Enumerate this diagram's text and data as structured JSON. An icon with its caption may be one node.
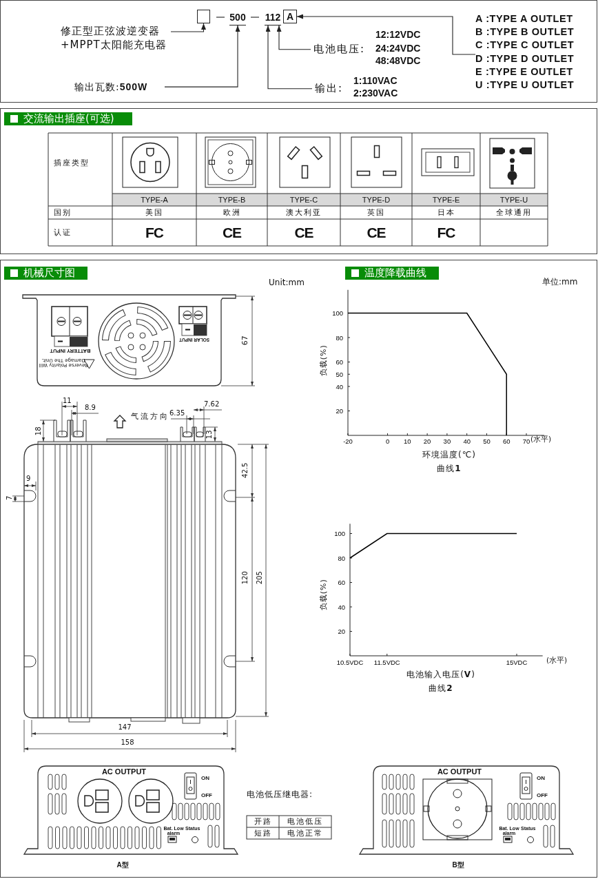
{
  "diagram": {
    "nodes": [
      {
        "text": [],
        "shape": "box"
      },
      {
        "text": [
          "500"
        ]
      },
      {
        "text": [
          "112"
        ]
      },
      {
        "text": [
          "A"
        ]
      },
      {
        "text": [
          "修正型正弦波逆变器+MPPT太阳能充电器"
        ]
      },
      {
        "text": [
          "输出瓦数:**500W**"
        ]
      },
      {
        "text": [
          "电池电压:"
        ],
        "beside": [
          "12:12VDC",
          "24:24VDC",
          "48:48VDC"
        ]
      },
      {
        "text": [
          "输出:"
        ],
        "beside": [
          "1:110VAC",
          "2:230VAC"
        ]
      },
      {
        "text": [
          "A :TYPE A OUTLET",
          "B :TYPE B OUTLET",
          "C :TYPE C OUTLET",
          "D :TYPE D OUTLET",
          "E :TYPE E OUTLET",
          "U :TYPE U OUTLET"
        ]
      },
      {
        "text": [
          "交流输出插座(可选)"
        ]
      },
      {
        "text": [
          "机械尺寸图"
        ]
      },
      {
        "text": [
          "温度降载曲线"
        ]
      }
    ],
    "edges": [
      {
        "from": 4,
        "to": 0,
        "arrow": "to"
      },
      {
        "from": 5,
        "to": 1,
        "arrow": "to"
      },
      {
        "from": 6,
        "to": 2,
        "arrow": "to"
      },
      {
        "from": 7,
        "to": 2,
        "arrow": "to"
      },
      {
        "from": 8,
        "to": 3,
        "arrow": "to"
      }
    ],
    "labels": [
      "插座类型",
      "TYPE-A",
      "TYPE-B",
      "TYPE-C",
      "TYPE-D",
      "TYPE-E",
      "TYPE-U",
      "国别",
      "美国",
      "欧洲",
      "澳大利亚",
      "英国",
      "日本",
      "全球通用",
      "认证",
      "FC",
      "CE",
      "CE",
      "CE",
      "FC",
      "Unit:mm",
      "单位:mm",
      "BATTERY INPUT",
      "Reverse Polarity Will Damage The Unit.",
      "SOLAR INPUT",
      "67",
      "11",
      "8.9",
      "6.35",
      "7.62",
      "18",
      "气流方向",
      "13",
      "42.5",
      "9",
      "7",
      "120",
      "205",
      "147",
      "158",
      "(水平)",
      "(水平)",
      "AC OUTPUT",
      "ON",
      "OFF",
      "Bat. Low alarm",
      "Status",
      "A型",
      "电池低压继电器:",
      "开路",
      "电池低压",
      "短路",
      "电池正常",
      "AC OUTPUT",
      "ON",
      "OFF",
      "Bat. Low alarm",
      "Status",
      "B型"
    ],
    "chart_data": [
      {
        "type": "line",
        "title": "曲线**1**",
        "xlabel": "环境温度(℃)",
        "ylabel": "负载(%)",
        "x": [
          -20,
          40,
          60,
          60
        ],
        "series": [
          {
            "color": "#000000",
            "values": [
              100,
              100,
              50,
              0
            ]
          }
        ],
        "xticks": [
          -20,
          0,
          10,
          20,
          30,
          40,
          50,
          60,
          70
        ],
        "yticks": [
          20,
          40,
          50,
          60,
          80,
          100
        ],
        "xlim": [
          -20,
          79
        ],
        "ylim": [
          0,
          119
        ]
      },
      {
        "type": "line",
        "title": "曲线**2**",
        "xlabel": "电池输入电压(**V**)",
        "ylabel": "负载(%)",
        "x": [
          10.5,
          11.5,
          15
        ],
        "series": [
          {
            "color": "#000000",
            "values": [
              80,
              100,
              100
            ]
          }
        ],
        "xticks": [
          {
            "value": 10.5,
            "label": "10.5VDC"
          },
          {
            "value": 11.5,
            "label": "11.5VDC"
          },
          {
            "value": 15,
            "label": "15VDC"
          }
        ],
        "yticks": [
          20,
          40,
          60,
          80,
          100
        ],
        "xlim": [
          10.5,
          15.7
        ],
        "ylim": [
          0,
          108
        ]
      }
    ]
  }
}
